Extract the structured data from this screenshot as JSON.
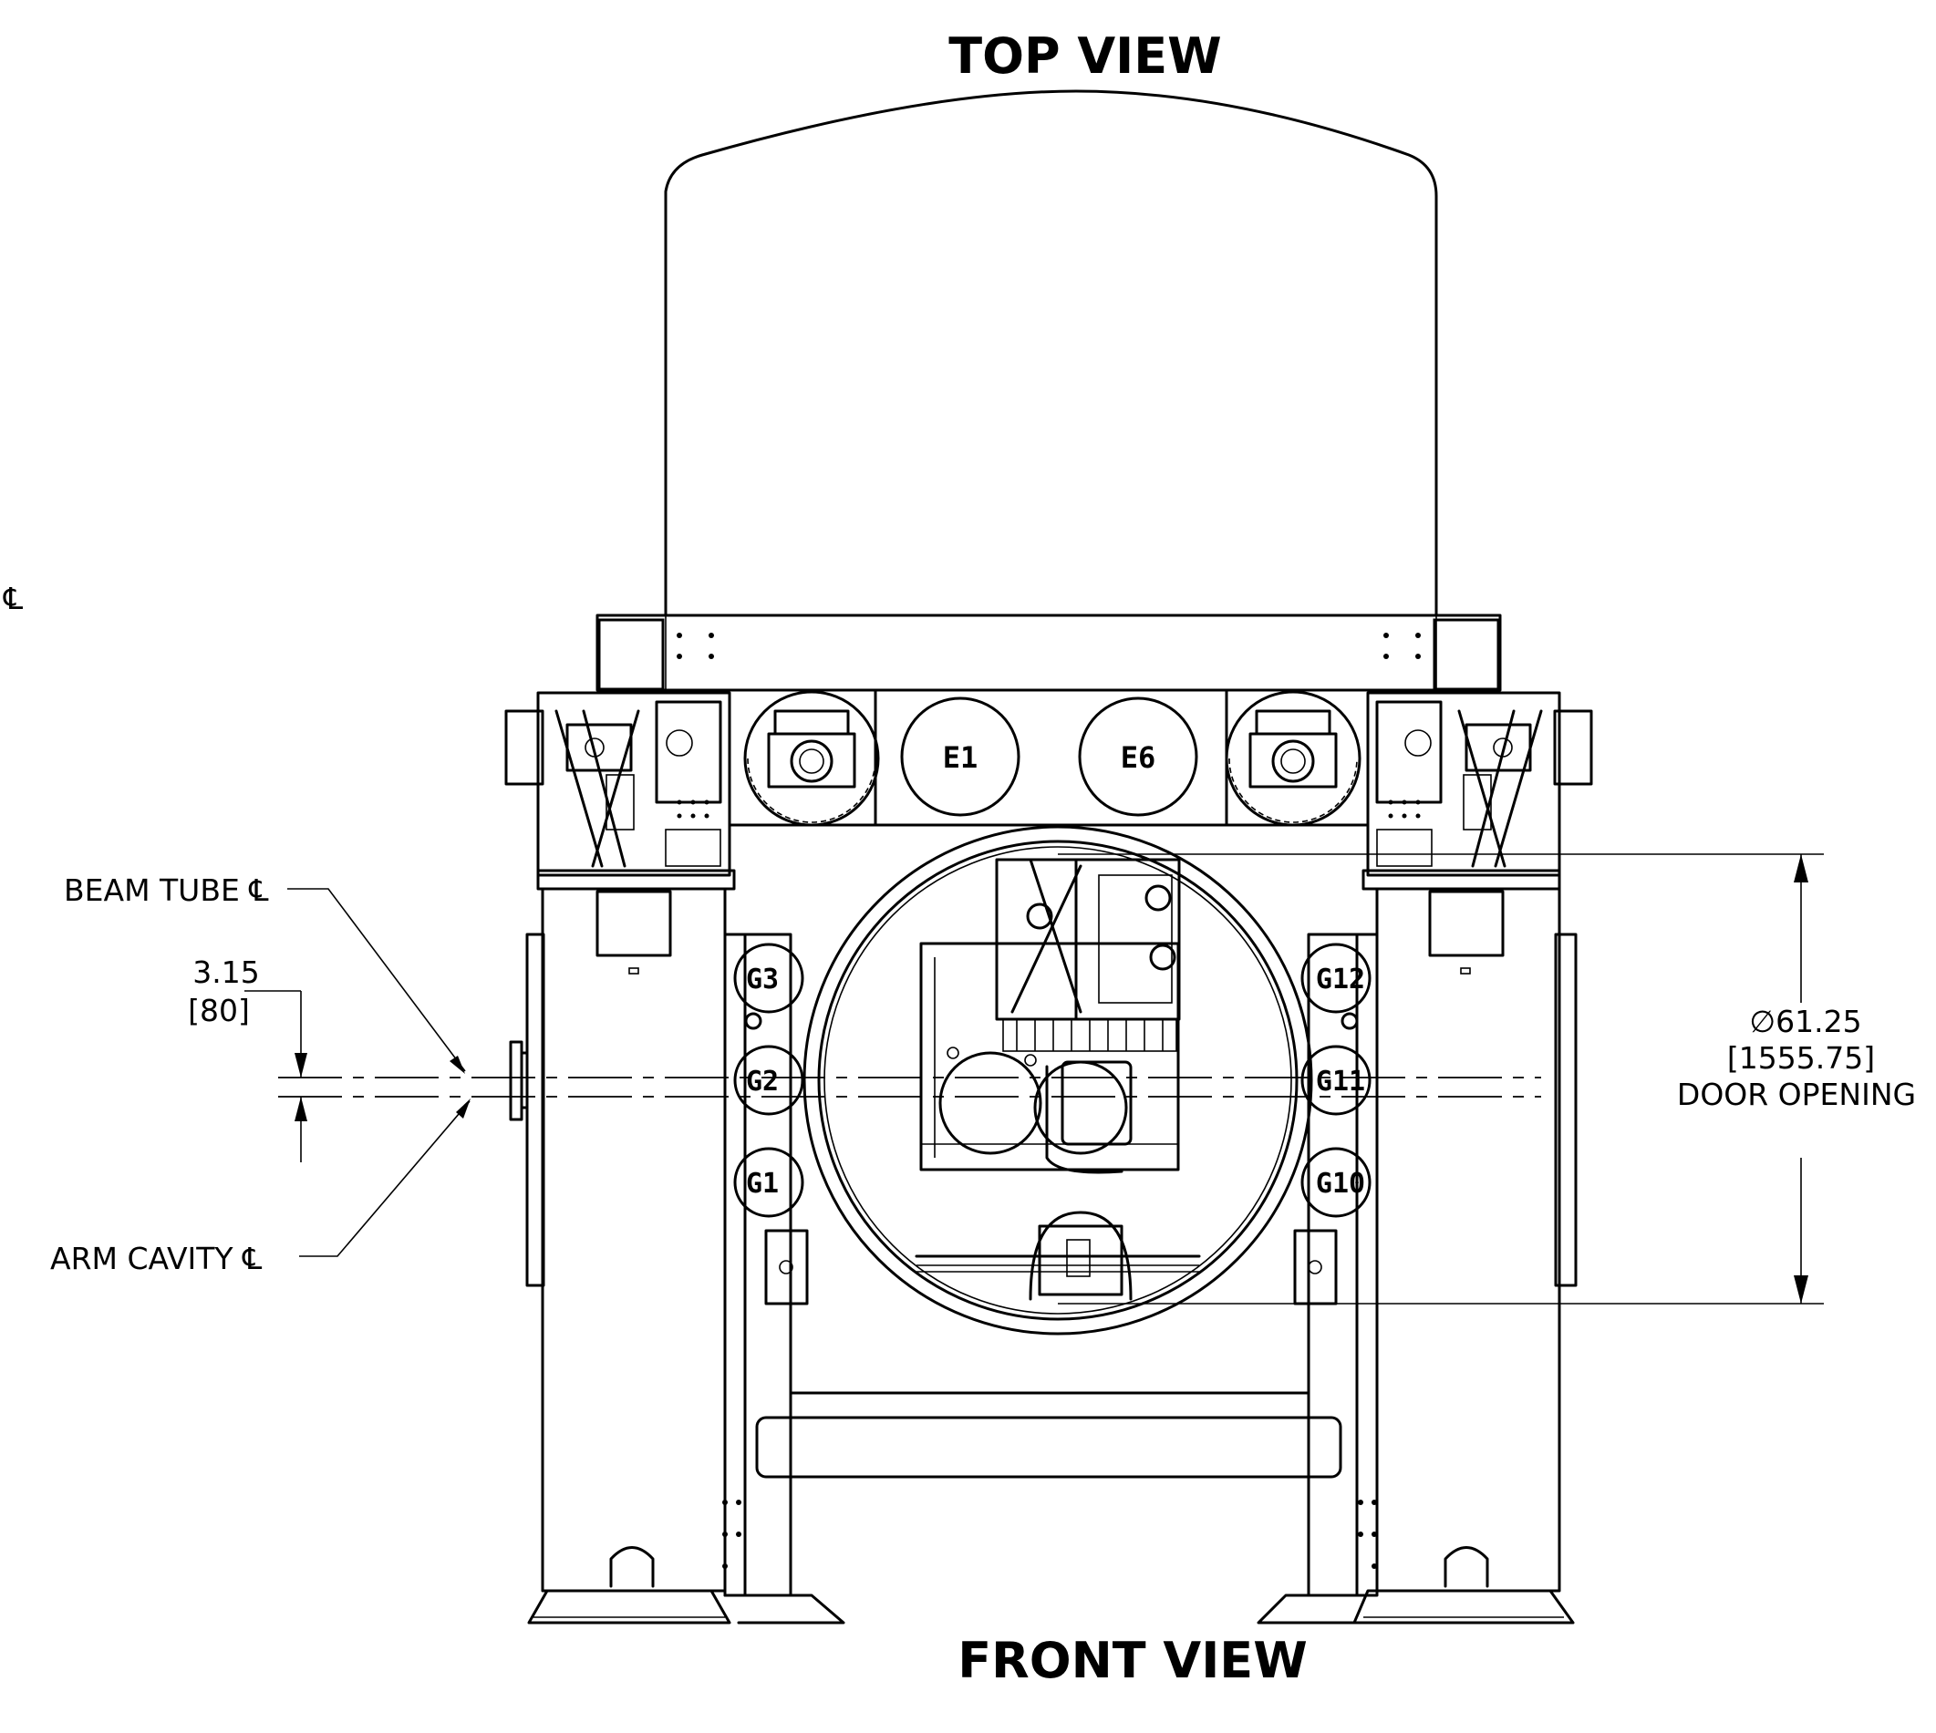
{
  "titles": {
    "top_view": "TOP VIEW",
    "front_view": "FRONT VIEW"
  },
  "centerline_symbol": "℄",
  "callouts": {
    "beam_tube": "BEAM TUBE ℄",
    "arm_cavity": "ARM CAVITY ℄"
  },
  "offset_dimension": {
    "imperial": "3.15",
    "metric": "[80]"
  },
  "door_dimension": {
    "imperial": "∅61.25",
    "metric": "[1555.75]",
    "label": "DOOR OPENING"
  },
  "port_labels": {
    "e1": "E1",
    "e6": "E6",
    "g1": "G1",
    "g2": "G2",
    "g3": "G3",
    "g10": "G10",
    "g11": "G11",
    "g12": "G12"
  }
}
